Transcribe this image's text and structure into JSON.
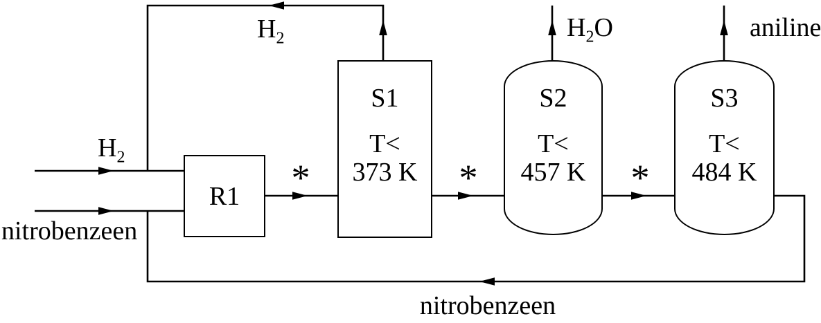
{
  "diagram": {
    "description": "Process flow diagram: hydrogenation of nitrobenzene to aniline",
    "colors": {
      "line": "#000000",
      "background": "#ffffff"
    },
    "reactor": {
      "label": "R1"
    },
    "separators": [
      {
        "label": "S1",
        "temp_prefix": "T<",
        "temp_value": "373 K"
      },
      {
        "label": "S2",
        "temp_prefix": "T<",
        "temp_value": "457 K"
      },
      {
        "label": "S3",
        "temp_prefix": "T<",
        "temp_value": "484 K"
      }
    ],
    "streams": {
      "h2_feed": {
        "base": "H",
        "sub": "2"
      },
      "h2_recycle": {
        "base": "H",
        "sub": "2"
      },
      "h2o_overhead": {
        "base": "H",
        "sub": "2",
        "post": "O"
      },
      "aniline_overhead": "aniline",
      "nitrobenzeen_feed": "nitrobenzeen",
      "nitrobenzeen_recycle": "nitrobenzeen",
      "stream_marker": "*"
    }
  }
}
